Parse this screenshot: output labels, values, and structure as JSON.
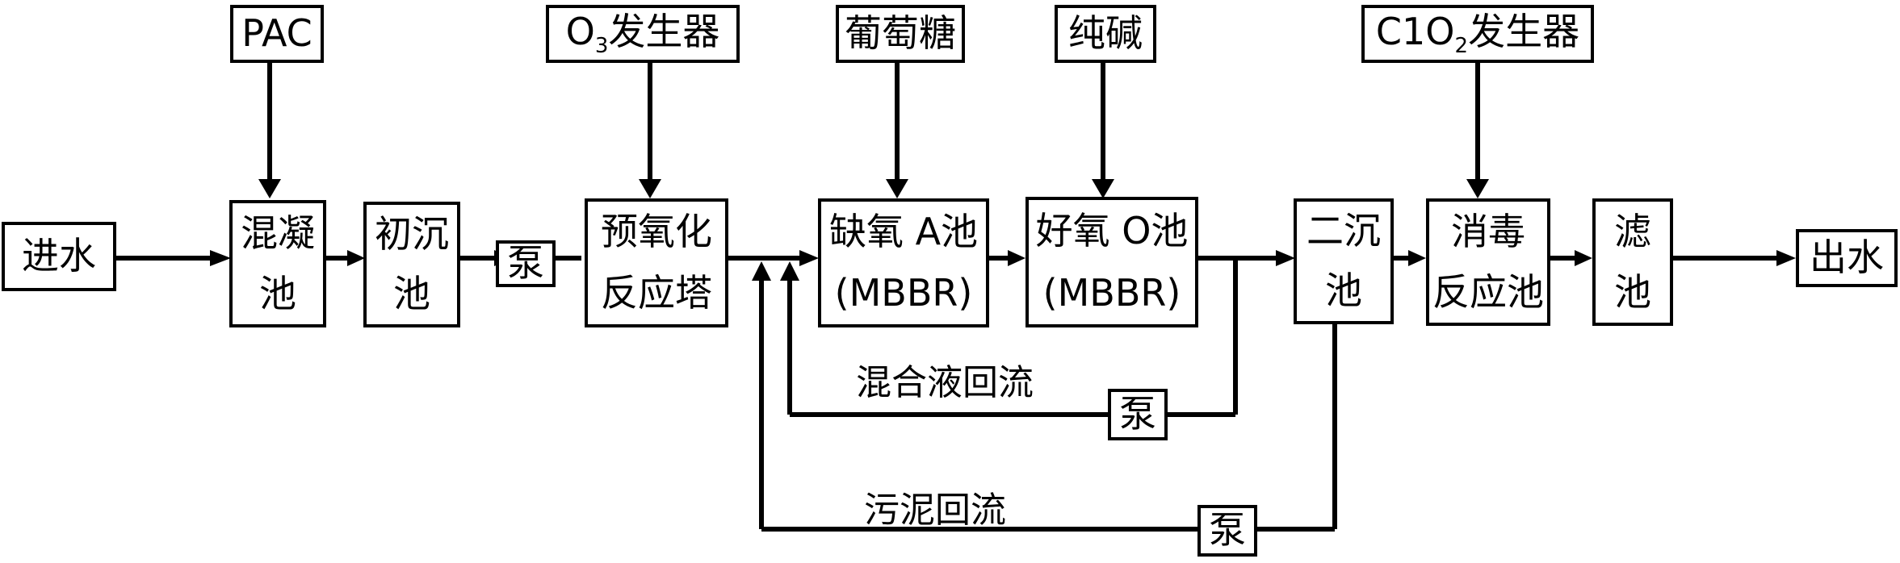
{
  "inputs": {
    "pac": "PAC",
    "o3_generator_prefix": "O",
    "o3_generator_sub": "3",
    "o3_generator_suffix": "发生器",
    "glucose": "葡萄糖",
    "soda_ash": "纯碱",
    "clo2_generator_prefix": "C1O",
    "clo2_generator_sub": "2",
    "clo2_generator_suffix": "发生器"
  },
  "units": {
    "inlet": "进水",
    "coagulation": [
      "混凝",
      "池"
    ],
    "primary_settling": [
      "初沉",
      "池"
    ],
    "pump": "泵",
    "preoxidation": [
      "预氧化",
      "反应塔"
    ],
    "anoxic": [
      "缺氧 A池",
      "(MBBR)"
    ],
    "aerobic": [
      "好氧 O池",
      "(MBBR)"
    ],
    "secondary_settling": [
      "二沉",
      "池"
    ],
    "disinfection": [
      "消毒",
      "反应池"
    ],
    "filter": [
      "滤",
      "池"
    ],
    "outlet": "出水"
  },
  "recycle": {
    "mixed_liquor": "混合液回流",
    "sludge": "污泥回流",
    "pump_mixed": "泵",
    "pump_sludge": "泵"
  }
}
